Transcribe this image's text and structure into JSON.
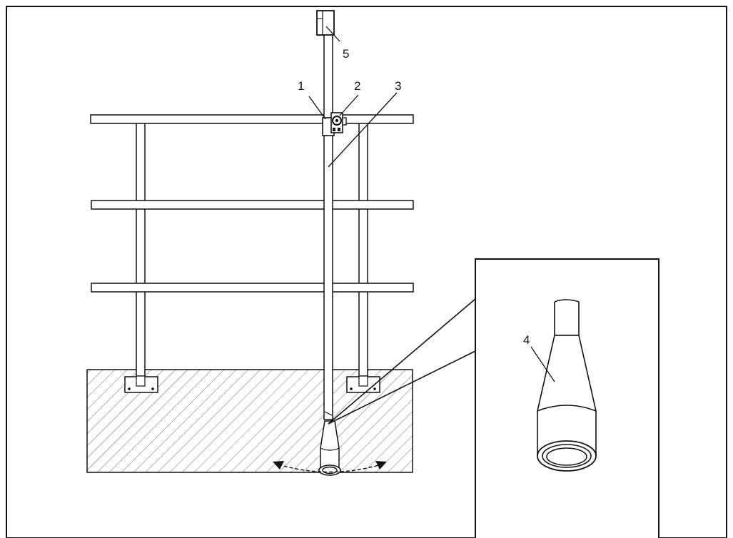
{
  "figure": {
    "callouts": {
      "c1": "1",
      "c2": "2",
      "c3": "3",
      "c4": "4",
      "c5": "5"
    }
  },
  "colors": {
    "stroke": "#111111",
    "hatch": "#777777",
    "background": "#ffffff"
  }
}
